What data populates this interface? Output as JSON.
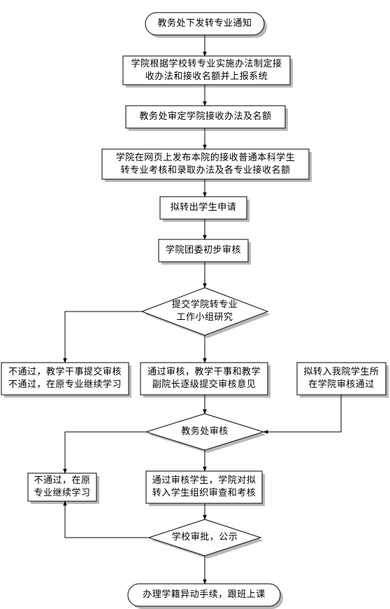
{
  "nodes": {
    "start": "教务处下发转专业通知",
    "college_formulate": "学院根据学校转专业实施办法制定接\n收办法和接收名额并上报系统",
    "office_review_method": "教务处审定学院接收办法及名额",
    "college_publish": "学院在网页上发布本院的接收普通本科学生\n转专业考核和录取办法及各专业接收名额",
    "student_apply": "拟转出学生申请",
    "league_review": "学院团委初步审核",
    "group_study": "提交学院转专业\n工作小组研究",
    "fail_first": "不通过，教学干事提交审核\n不通过，在原专业继续学习",
    "pass_first": "通过审核，教学干事和教学\n副院长逐级提交审核意见",
    "transfer_in_pass": "拟转入我院学生所\n在学院审核通过",
    "office_review": "教务处审核",
    "fail_second": "不通过，在原\n专业继续学习",
    "pass_second": "通过审核学生，学院对拟\n转入学生组织审查和考核",
    "school_approve": "学校审批，公示",
    "end": "办理学籍异动手续，跟班上课"
  }
}
